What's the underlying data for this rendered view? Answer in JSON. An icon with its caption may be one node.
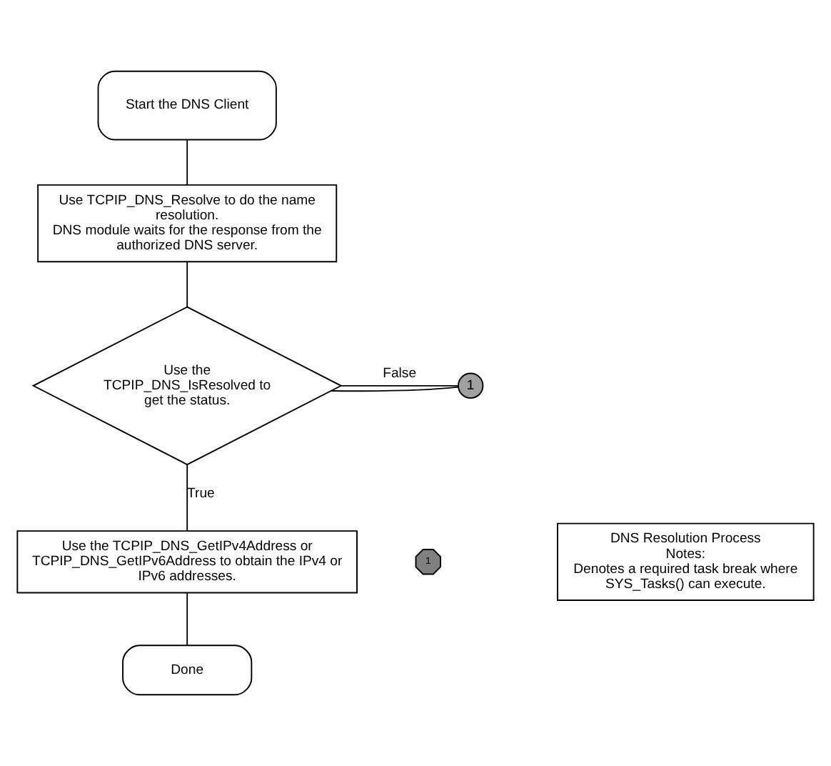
{
  "diagram": {
    "nodes": [
      {
        "text": [
          "Start the DNS Client"
        ]
      },
      {
        "text": [
          "Use TCPIP_DNS_Resolve to do the name resolution.",
          "DNS module waits for the response from the authorized DNS server."
        ]
      },
      {
        "text": [
          "Use the TCPIP_DNS_IsResolved to get the status."
        ]
      },
      {
        "text": [
          "1"
        ]
      },
      {
        "text": [
          "Use the TCPIP_DNS_GetIPv4Address or TCPIP_DNS_GetIPv6Address to obtain the IPv4 or IPv6 addresses."
        ]
      },
      {
        "text": [
          "Done"
        ]
      },
      {
        "text": [
          "1"
        ]
      },
      {
        "text": [
          "DNS Resolution Process",
          "Notes:",
          "Denotes a required task break where SYS_Tasks() can execute."
        ]
      }
    ],
    "edges": [
      {
        "from": 0,
        "to": 1,
        "arrow": "none"
      },
      {
        "from": 1,
        "to": 2,
        "arrow": "none"
      },
      {
        "from": 2,
        "to": 3,
        "arrow": "none",
        "label": "False"
      },
      {
        "from": 3,
        "to": 2,
        "arrow": "none"
      },
      {
        "from": 2,
        "to": 4,
        "arrow": "none",
        "label": "True"
      },
      {
        "from": 4,
        "to": 5,
        "arrow": "none"
      }
    ]
  }
}
